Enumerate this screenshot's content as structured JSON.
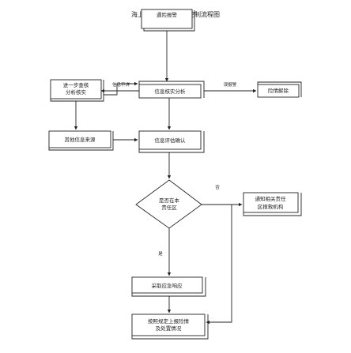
{
  "title": "海上突发事件处理与控制流程图",
  "nodes": {
    "alarm": "遇险报警",
    "verify": "信息核实分析",
    "further": [
      "进一步查核",
      "分析核实"
    ],
    "cancel": "险情解除",
    "other": "其他信息来源",
    "evaluate": "信息评估确认",
    "decision": [
      "是否在本",
      "责任区"
    ],
    "notify": [
      "通知相关责任",
      "区搜救机构"
    ],
    "respond": "采取应急响应",
    "report": [
      "按照规定上报险情",
      "及处置情况"
    ]
  },
  "edges": {
    "info_unclear": "信息不详",
    "false_alarm": "误报警",
    "no": "否",
    "yes": "是"
  },
  "colors": {
    "line": "#222222",
    "fill": "#ffffff"
  }
}
